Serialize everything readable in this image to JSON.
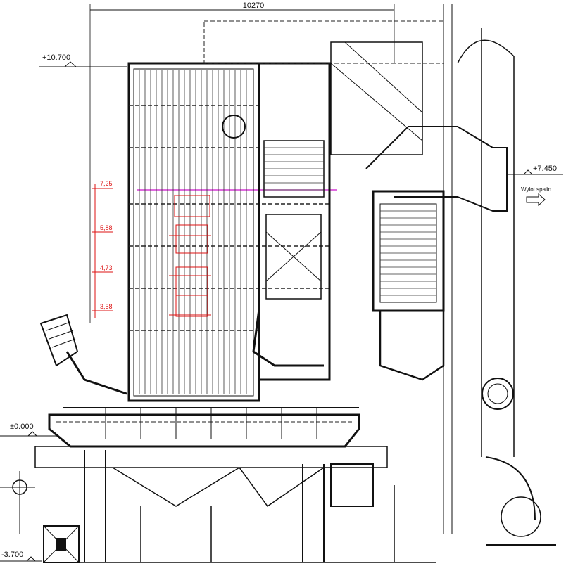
{
  "dimension_top": "10270",
  "elevations": {
    "top": "+10.700",
    "zero": "±0.000",
    "bottom": "-3.700",
    "outlet": "+7.450"
  },
  "measurement_marks": [
    "7,25",
    "5,88",
    "4,73",
    "3,58"
  ],
  "outlet_label": "Wylot spalin",
  "colors": {
    "line": "#111111",
    "marker": "#d11111",
    "magenta": "#cc11cc"
  }
}
